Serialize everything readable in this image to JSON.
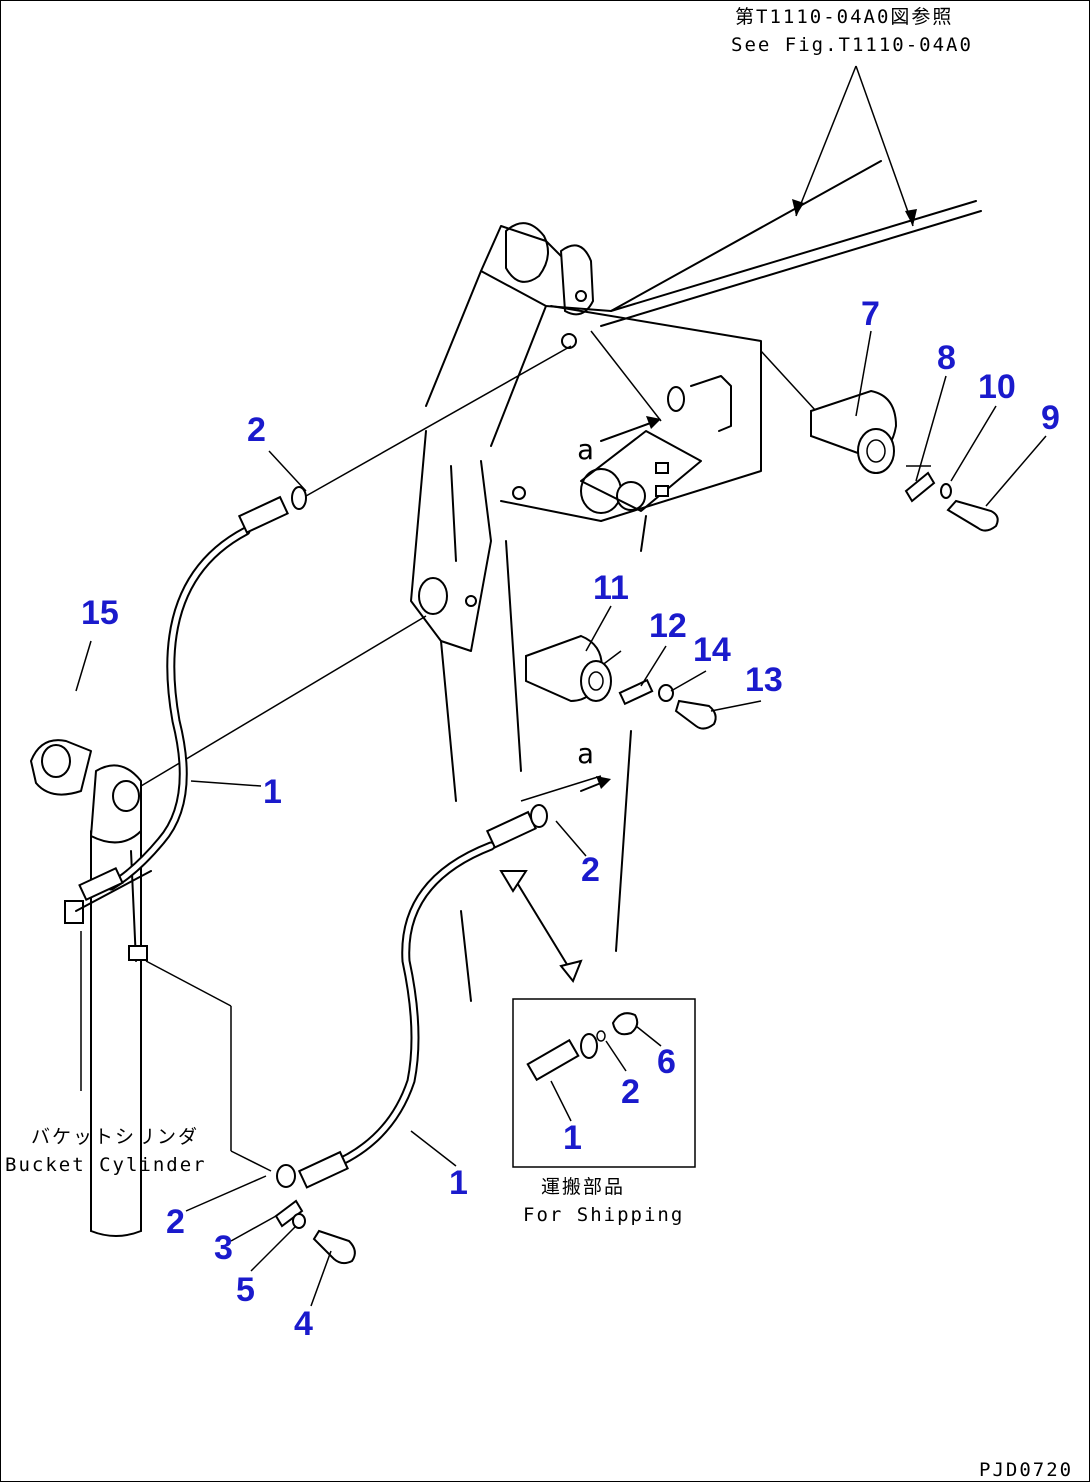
{
  "diagram": {
    "reference_note_jp": "第T1110-04A0図参照",
    "reference_note_en": "See Fig.T1110-04A0",
    "bucket_cylinder_jp": "バケットシリンダ",
    "bucket_cylinder_en": "Bucket Cylinder",
    "shipping_jp": "運搬部品",
    "shipping_en": "For Shipping",
    "view_mark": "a",
    "figure_code": "PJD0720",
    "callout_color": "#1a1acc",
    "callouts": {
      "c1a": "1",
      "c1b": "1",
      "c1c": "1",
      "c2a": "2",
      "c2b": "2",
      "c2c": "2",
      "c2d": "2",
      "c3": "3",
      "c4": "4",
      "c5": "5",
      "c6": "6",
      "c7": "7",
      "c8": "8",
      "c9": "9",
      "c10": "10",
      "c11": "11",
      "c12": "12",
      "c13": "13",
      "c14": "14",
      "c15": "15"
    }
  }
}
